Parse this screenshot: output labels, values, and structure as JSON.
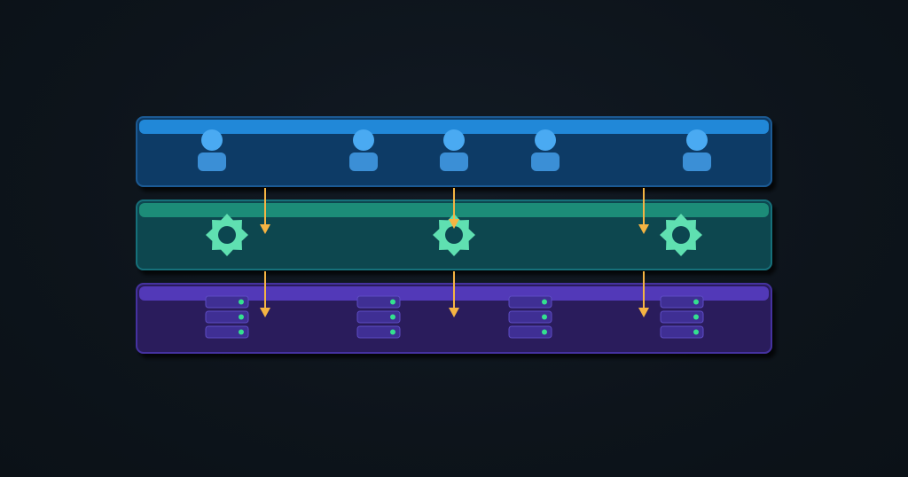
{
  "colors": {
    "background": "#0d141b",
    "user_band_fill": "#0f3b66",
    "user_band_header": "#2188d8",
    "user_band_border": "#1a5a93",
    "user_icon": "#4aaaf2",
    "user_icon_body": "#3b8fd6",
    "service_band_fill": "#0c4650",
    "service_band_header": "#1c8c78",
    "service_band_border": "#18707a",
    "gear_icon": "#5fe0b1",
    "data_band_fill": "#2c1f5c",
    "data_band_header": "#5239b8",
    "data_band_border": "#4433a0",
    "server_unit": "#3f2f94",
    "server_unit_border": "#5e4cc4",
    "server_led": "#34e08f",
    "arrow": "#f5b443"
  },
  "layers": [
    {
      "id": "users",
      "icon": "user-icon",
      "count": 5
    },
    {
      "id": "services",
      "icon": "gear-icon",
      "count": 3
    },
    {
      "id": "data",
      "icon": "server-icon",
      "count": 4
    }
  ],
  "connections": [
    {
      "from": "users",
      "to": "services",
      "count": 3
    },
    {
      "from": "services",
      "to": "data",
      "count": 3
    }
  ]
}
